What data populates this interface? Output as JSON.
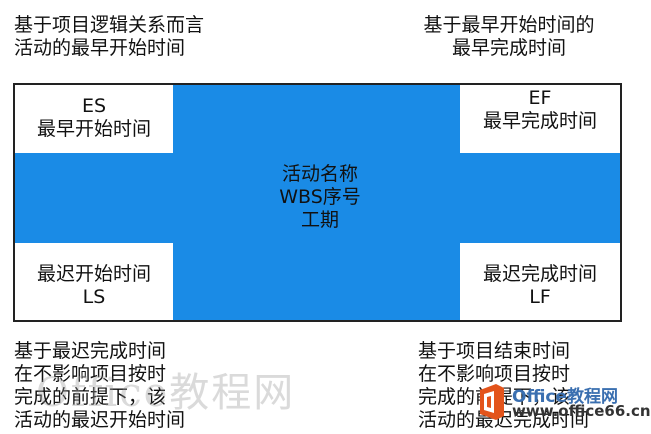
{
  "notes": {
    "top_left": [
      "基于项目逻辑关系而言",
      "活动的最早开始时间"
    ],
    "top_right": [
      "基于最早开始时间的",
      "最早完成时间"
    ],
    "bottom_left": [
      "基于最迟完成时间",
      "在不影响项目按时",
      "完成的前提下，该",
      "活动的最迟开始时间"
    ],
    "bottom_right": [
      "基于项目结束时间",
      "在不影响项目按时",
      "完成的前提下，该",
      "活动的最迟完成时间"
    ]
  },
  "node": {
    "center": [
      "活动名称",
      "WBS序号",
      "工期"
    ],
    "es": [
      "ES",
      "最早开始时间"
    ],
    "ef": [
      "EF",
      "最早完成时间"
    ],
    "ls": [
      "最迟开始时间",
      "LS"
    ],
    "lf": [
      "最迟完成时间",
      "LF"
    ],
    "fill_color": "#1a8be6",
    "corner_color": "#ffffff"
  },
  "watermark": {
    "text": "Office教程网",
    "logo_name": "office-logo-icon",
    "logo_text": "Office教程网",
    "logo_url": "www.office66.cn"
  }
}
